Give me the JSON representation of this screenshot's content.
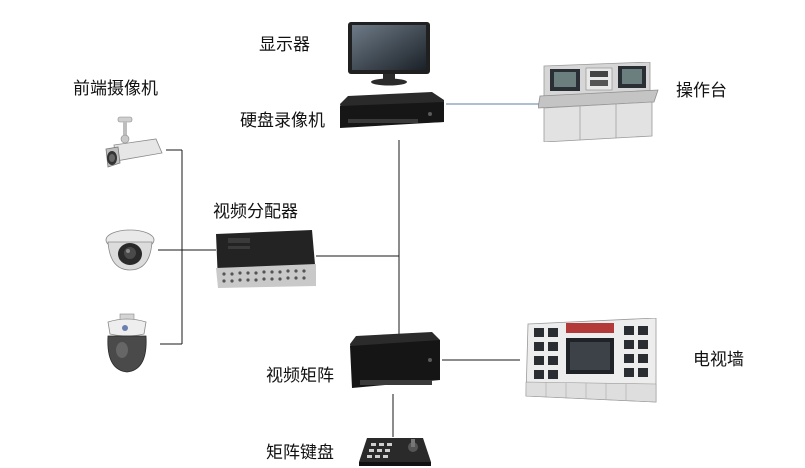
{
  "labels": {
    "monitor": "显示器",
    "front_cameras": "前端摄像机",
    "dvr": "硬盘录像机",
    "console": "操作台",
    "video_distributor": "视频分配器",
    "video_matrix": "视频矩阵",
    "tv_wall": "电视墙",
    "matrix_keyboard": "矩阵键盘"
  },
  "colors": {
    "line": "#1a1a1a",
    "console_link": "#7f97b5",
    "device_dark": "#1c1c1c",
    "device_gray": "#d9d9d9",
    "tv_wall_accent": "#b43a3a"
  },
  "icons": {
    "monitor": "lcd-monitor-icon",
    "dvr": "rack-recorder-icon",
    "console": "operator-console-icon",
    "bullet_camera": "bullet-camera-icon",
    "dome_camera": "dome-camera-icon",
    "ptz_camera": "ptz-speed-dome-icon",
    "distributor": "video-distributor-icon",
    "matrix": "video-matrix-icon",
    "tv_wall": "tv-wall-icon",
    "keyboard": "control-keyboard-icon"
  }
}
